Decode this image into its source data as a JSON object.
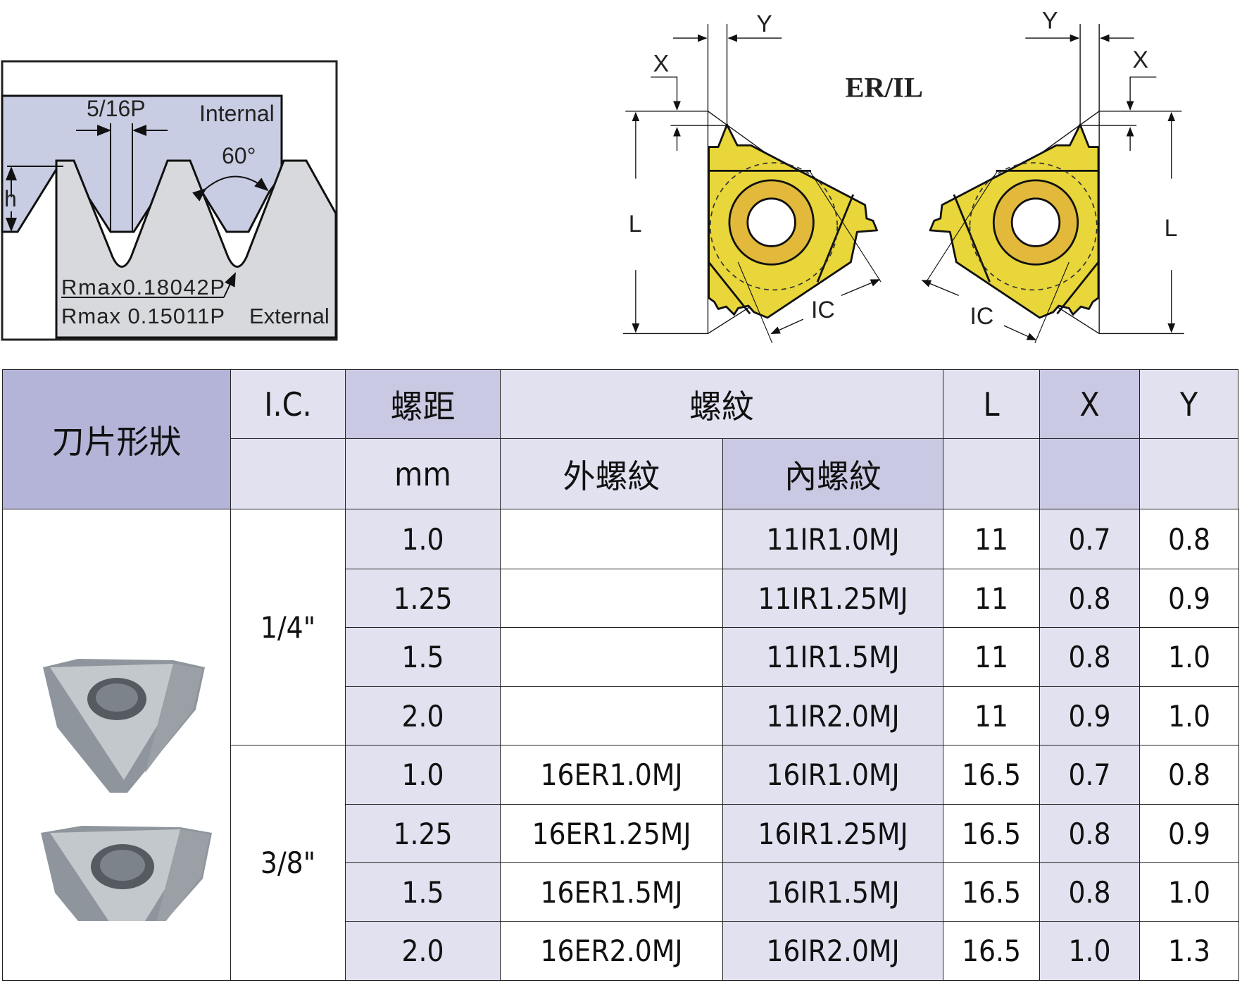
{
  "profile_diagram": {
    "crest_width": "5/16P",
    "internal_label": "Internal",
    "angle": "60°",
    "height": "h",
    "rmax_internal": "Rmax0.18042P",
    "rmax_external": "Rmax 0.15011P",
    "external_label": "External"
  },
  "insert_diagram": {
    "title": "ER/IL",
    "left": {
      "x": "X",
      "y": "Y",
      "l": "L",
      "ic": "IC"
    },
    "right": {
      "x": "X",
      "y": "Y",
      "l": "L",
      "ic": "IC"
    },
    "colors": {
      "insert": "#e8d63a",
      "ring": "#e2b93a"
    }
  },
  "table": {
    "headers": {
      "shape": "刀片形狀",
      "ic": "I.C.",
      "pitch": "螺距",
      "pitch_unit": "mm",
      "thread": "螺紋",
      "external": "外螺紋",
      "internal": "內螺紋",
      "l": "L",
      "x": "X",
      "y": "Y"
    },
    "groups": [
      {
        "ic": "1/4\"",
        "rows": [
          {
            "pitch": "1.0",
            "external": "",
            "internal": "11IR1.0MJ",
            "l": "11",
            "x": "0.7",
            "y": "0.8"
          },
          {
            "pitch": "1.25",
            "external": "",
            "internal": "11IR1.25MJ",
            "l": "11",
            "x": "0.8",
            "y": "0.9"
          },
          {
            "pitch": "1.5",
            "external": "",
            "internal": "11IR1.5MJ",
            "l": "11",
            "x": "0.8",
            "y": "1.0"
          },
          {
            "pitch": "2.0",
            "external": "",
            "internal": "11IR2.0MJ",
            "l": "11",
            "x": "0.9",
            "y": "1.0"
          }
        ]
      },
      {
        "ic": "3/8\"",
        "rows": [
          {
            "pitch": "1.0",
            "external": "16ER1.0MJ",
            "internal": "16IR1.0MJ",
            "l": "16.5",
            "x": "0.7",
            "y": "0.8"
          },
          {
            "pitch": "1.25",
            "external": "16ER1.25MJ",
            "internal": "16IR1.25MJ",
            "l": "16.5",
            "x": "0.8",
            "y": "0.9"
          },
          {
            "pitch": "1.5",
            "external": "16ER1.5MJ",
            "internal": "16IR1.5MJ",
            "l": "16.5",
            "x": "0.8",
            "y": "1.0"
          },
          {
            "pitch": "2.0",
            "external": "16ER2.0MJ",
            "internal": "16IR2.0MJ",
            "l": "16.5",
            "x": "1.0",
            "y": "1.3"
          }
        ]
      }
    ]
  }
}
